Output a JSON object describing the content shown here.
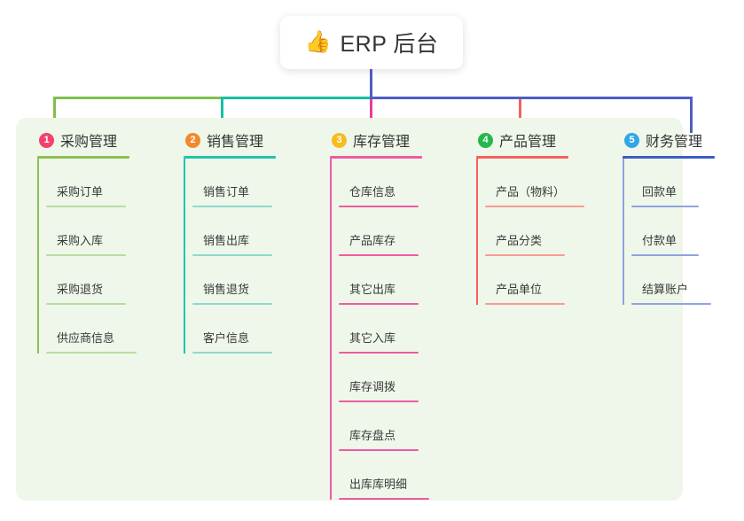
{
  "root": {
    "icon": "thumbs-up-emoji",
    "emoji": "👍",
    "title": "ERP 后台"
  },
  "theme": {
    "page_bg": "#ffffff",
    "panel_bg": "#eef7e9",
    "card_bg": "#ffffff",
    "text": "#333333"
  },
  "connectors": {
    "trunk_color": "#4e5ec4",
    "bus_segments": [
      "#7fbf4d",
      "#16c0a4",
      "#4e5ec4"
    ],
    "drop_colors": [
      "#7fbf4d",
      "#16c0a4",
      "#ea3b9a",
      "#f4615b",
      "#4e5ec4"
    ]
  },
  "columns": [
    {
      "number": "1",
      "title": "采购管理",
      "badge_color": "#f2426b",
      "rule_color": "#8cc152",
      "leaf_rule_color": "#b9dca0",
      "spine_color": "#8cc152",
      "rule_width": 104,
      "leaves": [
        {
          "label": "采购订单",
          "width": 90
        },
        {
          "label": "采购入库",
          "width": 90
        },
        {
          "label": "采购退货",
          "width": 90
        },
        {
          "label": "供应商信息",
          "width": 102
        }
      ]
    },
    {
      "number": "2",
      "title": "销售管理",
      "badge_color": "#f08a2e",
      "rule_color": "#23c3ac",
      "leaf_rule_color": "#8fd8cd",
      "spine_color": "#23c3ac",
      "rule_width": 104,
      "leaves": [
        {
          "label": "销售订单",
          "width": 90
        },
        {
          "label": "销售出库",
          "width": 90
        },
        {
          "label": "销售退货",
          "width": 90
        },
        {
          "label": "客户信息",
          "width": 90
        }
      ]
    },
    {
      "number": "3",
      "title": "库存管理",
      "badge_color": "#f7bd1f",
      "rule_color": "#ef5ba1",
      "leaf_rule_color": "#ef5ba1",
      "spine_color": "#ef5ba1",
      "rule_width": 104,
      "leaves": [
        {
          "label": "仓库信息",
          "width": 90
        },
        {
          "label": "产品库存",
          "width": 90
        },
        {
          "label": "其它出库",
          "width": 90
        },
        {
          "label": "其它入库",
          "width": 90
        },
        {
          "label": "库存调拨",
          "width": 90
        },
        {
          "label": "库存盘点",
          "width": 90
        },
        {
          "label": "出库库明细",
          "width": 102
        }
      ]
    },
    {
      "number": "4",
      "title": "产品管理",
      "badge_color": "#25b84c",
      "rule_color": "#f4615b",
      "leaf_rule_color": "#f79c94",
      "spine_color": "#f4615b",
      "rule_width": 104,
      "leaves": [
        {
          "label": "产品（物料）",
          "width": 112
        },
        {
          "label": "产品分类",
          "width": 90
        },
        {
          "label": "产品单位",
          "width": 90
        }
      ]
    },
    {
      "number": "5",
      "title": "财务管理",
      "badge_color": "#31a8e5",
      "rule_color": "#3a5fc4",
      "leaf_rule_color": "#8fa4dd",
      "spine_color": "#8fa4dd",
      "rule_width": 104,
      "leaves": [
        {
          "label": "回款单",
          "width": 76
        },
        {
          "label": "付款单",
          "width": 76
        },
        {
          "label": "结算账户",
          "width": 90
        }
      ]
    }
  ]
}
